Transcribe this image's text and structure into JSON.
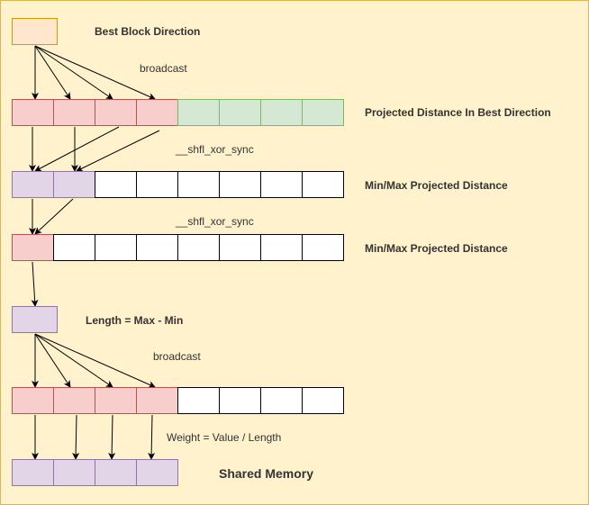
{
  "colors": {
    "background": "#fff2cc",
    "orange": "#ffe6cc",
    "red": "#f8cecc",
    "green": "#d5e8d4",
    "purple": "#e1d5e7",
    "white": "#ffffff",
    "stroke": "#000000"
  },
  "labels": {
    "best_block_direction": "Best Block Direction",
    "broadcast_1": "broadcast",
    "projected_distance": "Projected Distance In Best Direction",
    "shfl_1": "__shfl_xor_sync",
    "minmax_1": "Min/Max Projected Distance",
    "shfl_2": "__shfl_xor_sync",
    "minmax_2": "Min/Max Projected Distance",
    "length_formula": "Length = Max - Min",
    "broadcast_2": "broadcast",
    "weight_formula": "Weight = Value / Length",
    "shared_memory": "Shared Memory"
  },
  "rows": {
    "projected": [
      "red",
      "red",
      "red",
      "red",
      "green",
      "green",
      "green",
      "green"
    ],
    "minmax_1": [
      "purple",
      "purple",
      "white",
      "white",
      "white",
      "white",
      "white",
      "white"
    ],
    "minmax_2": [
      "red",
      "white",
      "white",
      "white",
      "white",
      "white",
      "white",
      "white"
    ],
    "weights": [
      "red",
      "red",
      "red",
      "red",
      "white",
      "white",
      "white",
      "white"
    ],
    "shared": [
      "purple",
      "purple",
      "purple",
      "purple"
    ]
  },
  "boxes": {
    "best_block": "orange",
    "length": "purple"
  }
}
